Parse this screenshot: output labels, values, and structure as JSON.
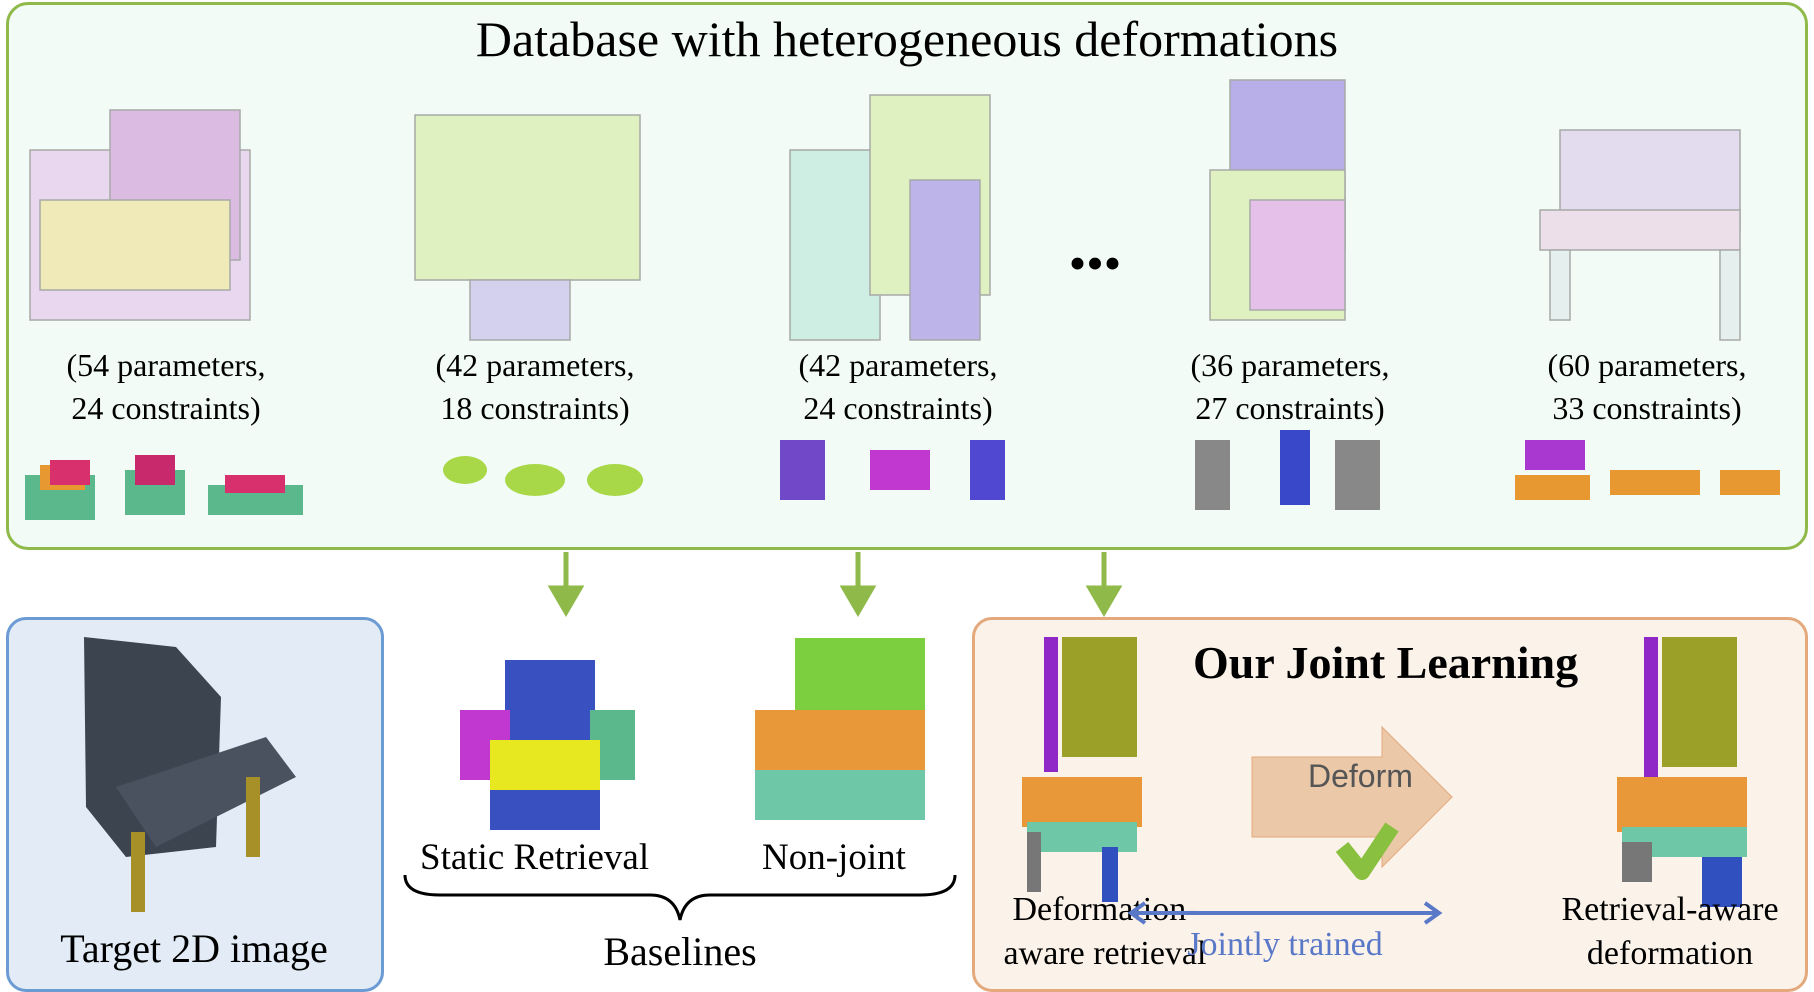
{
  "database": {
    "title": "Database with heterogeneous deformations",
    "ellipsis": "...",
    "models": [
      {
        "parameters": "(54 parameters,",
        "constraints": "24 constraints)"
      },
      {
        "parameters": "(42 parameters,",
        "constraints": "18 constraints)"
      },
      {
        "parameters": "(42 parameters,",
        "constraints": "24 constraints)"
      },
      {
        "parameters": "(36 parameters,",
        "constraints": "27 constraints)"
      },
      {
        "parameters": "(60 parameters,",
        "constraints": "33 constraints)"
      }
    ]
  },
  "target": {
    "label": "Target 2D image"
  },
  "baselines": {
    "static": "Static Retrieval",
    "nonjoint": "Non-joint",
    "label": "Baselines"
  },
  "ours": {
    "title": "Our Joint Learning",
    "deform": "Deform",
    "left_line1": "Deformation-",
    "left_line2": "aware retrieval",
    "right_line1": "Retrieval-aware",
    "right_line2": "deformation",
    "jointly": "Jointly trained"
  },
  "colors": {
    "green": "#8fba4a",
    "blue": "#6c9bd4",
    "orange": "#e3a97c",
    "jointly": "#5a78c8"
  }
}
